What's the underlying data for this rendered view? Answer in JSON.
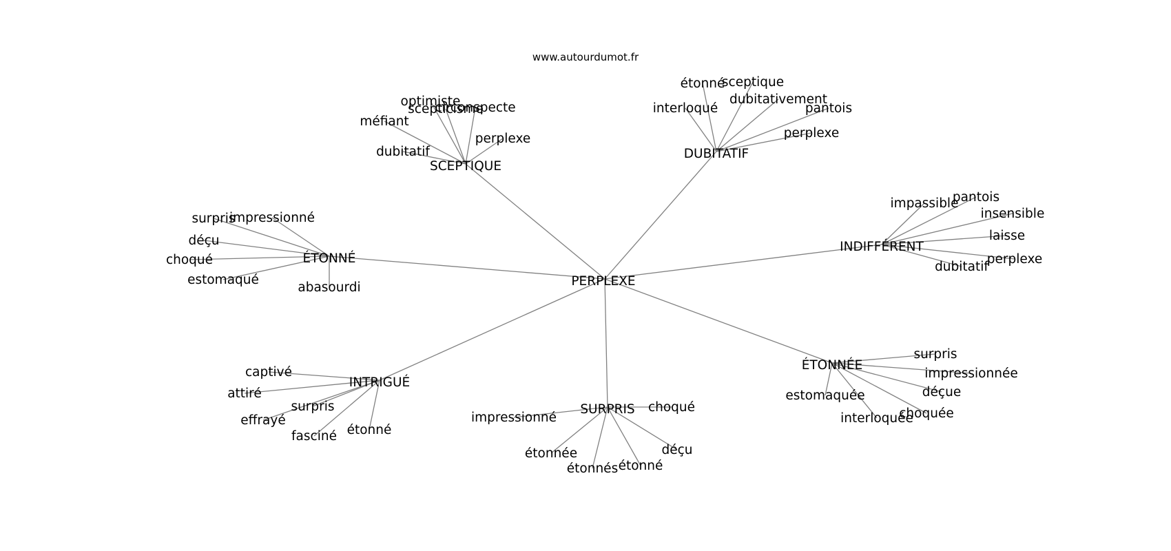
{
  "site": "www.autourdumot.fr",
  "colors": {
    "edge": "#808080",
    "text": "#000000",
    "background": "#ffffff"
  },
  "root": "PERPLEXE",
  "groups": [
    {
      "id": "sceptique",
      "label": "SCEPTIQUE",
      "words": [
        "dubitatif",
        "méfiant",
        "scepticisme",
        "optimiste",
        "circonspecte",
        "perplexe"
      ]
    },
    {
      "id": "dubitatif",
      "label": "DUBITATIF",
      "words": [
        "interloqué",
        "étonné",
        "sceptique",
        "dubitativement",
        "pantois",
        "perplexe"
      ]
    },
    {
      "id": "etonne",
      "label": "ÉTONNÉ",
      "words": [
        "surpris",
        "impressionné",
        "déçu",
        "choqué",
        "estomaqué",
        "abasourdi"
      ]
    },
    {
      "id": "indifferent",
      "label": "INDIFFÉRENT",
      "words": [
        "impassible",
        "pantois",
        "insensible",
        "laisse",
        "perplexe",
        "dubitatif"
      ]
    },
    {
      "id": "intrigue",
      "label": "INTRIGUÉ",
      "words": [
        "captivé",
        "attiré",
        "surpris",
        "effrayé",
        "fasciné",
        "étonné"
      ]
    },
    {
      "id": "surpris",
      "label": "SURPRIS",
      "words": [
        "impressionné",
        "choqué",
        "étonnée",
        "étonnés",
        "étonné",
        "déçu"
      ]
    },
    {
      "id": "etonnee",
      "label": "ÉTONNÉE",
      "words": [
        "surpris",
        "impressionnée",
        "déçue",
        "estomaquée",
        "choquée",
        "interloquée"
      ]
    }
  ]
}
